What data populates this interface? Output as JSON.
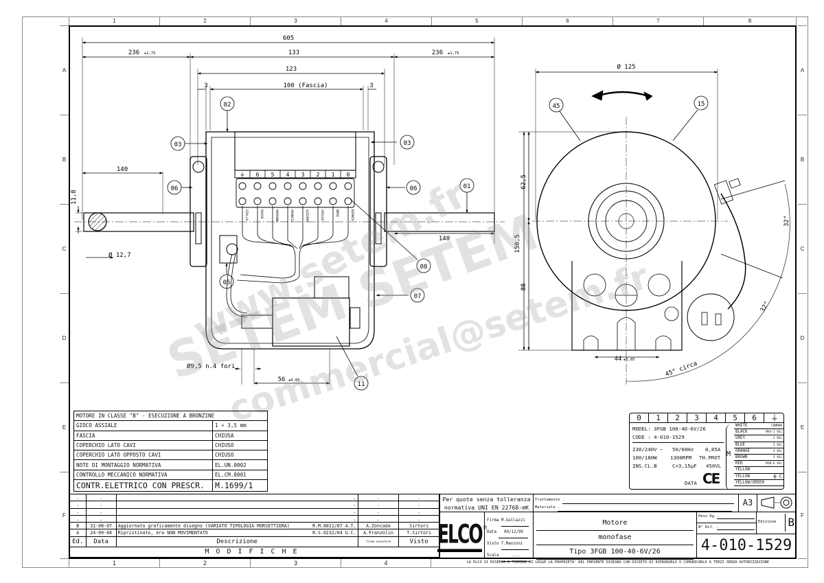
{
  "zones": {
    "columns": [
      "1",
      "2",
      "3",
      "4",
      "5",
      "6",
      "7",
      "8"
    ],
    "rows": [
      "A",
      "B",
      "C",
      "D",
      "E",
      "F"
    ]
  },
  "side_view": {
    "dimensions": {
      "overall_length": "605",
      "left_shaft": "236",
      "left_shaft_tol": "±1,75",
      "body": "133",
      "right_shaft": "236",
      "right_shaft_tol": "±1,75",
      "inner_width": "123",
      "fascia": "100  (Fascia)",
      "gap_left": "3",
      "gap_right": "3",
      "shaft_flat_left": "140",
      "shaft_flat_right": "140",
      "shaft_flat_height": "11,8",
      "shaft_diameter": "Ø 12,7",
      "holes": "Ø9,5 n.4 fori",
      "hole_spacing": "56",
      "hole_spacing_tol": "±0,05"
    },
    "terminal_numbers": [
      "⏚",
      "6",
      "5",
      "4",
      "3",
      "2",
      "1",
      "0"
    ],
    "wire_labels": [
      "GIALLO",
      "ROSSO",
      "MARRONE",
      "ARANCIO",
      "AZZURRO",
      "GRIGIO",
      "NERO",
      "BIANCO"
    ],
    "callouts": [
      "01",
      "02",
      "03",
      "03",
      "05",
      "06",
      "06",
      "07",
      "08",
      "11"
    ]
  },
  "front_view": {
    "dimensions": {
      "diameter": "Ø 125",
      "height_top": "62,5",
      "height_total": "150,5",
      "height_base": "88",
      "base_holes": "44",
      "base_holes_tol": "±0,05",
      "angle_1": "32°",
      "angle_2": "32°",
      "angle_circa": "45° circa"
    },
    "callouts": [
      "45",
      "15"
    ]
  },
  "watermarks": [
    "www.setem.fr",
    "SETEM SETEM",
    "commercial@setem.fr"
  ],
  "notes_table": {
    "header": "MOTORE IN CLASSE \"B\" - ESECUZIONE A BRONZINE",
    "rows": [
      {
        "label": "GIOCO ASSIALE",
        "value": "1 ÷ 3,5 mm"
      },
      {
        "label": "FASCIA",
        "value": "CHIUSA"
      },
      {
        "label": "COPERCHIO LATO CAVI",
        "value": "CHIUSO"
      },
      {
        "label": "COPERCHIO LATO OPPOSTO CAVI",
        "value": "CHIUSO"
      },
      {
        "label": "NOTE DI MONTAGGIO NORMATIVA",
        "value": "EL.UN.0002"
      },
      {
        "label": "CONTROLLO MECCANICO NORMATIVA",
        "value": "EL.CM.0001"
      }
    ],
    "footer": {
      "label": "CONTR.ELETTRICO CON PRESCR.",
      "value": "M.1699/1"
    }
  },
  "nameplate": {
    "terminals": [
      "0",
      "1",
      "2",
      "3",
      "4",
      "5",
      "6",
      "⏚"
    ],
    "model": "MODEL: 3FGB 100-40-6V/26",
    "code": "CODE : 4-010-1529",
    "voltage": "230/240V ∼",
    "frequency": "50/60Hz",
    "current": "0,85A",
    "power": "100/180W",
    "rpm": "1300RPM",
    "protection": "TH.PROT",
    "insulation": "INS.CL.B",
    "capacitor": "C=3,15µF",
    "cap_voltage": "450VL",
    "data_label": "DATA",
    "ce_mark": "CE",
    "motor_symbol": "M",
    "wires": [
      {
        "color": "WHITE",
        "function": "COMMON"
      },
      {
        "color": "BLACK",
        "function": "MAX-1 VEL"
      },
      {
        "color": "GREY",
        "function": "2 VEL"
      },
      {
        "color": "BLUE",
        "function": "3 VEL"
      },
      {
        "color": "ORANGE",
        "function": "4 VEL"
      },
      {
        "color": "BROWN",
        "function": "5 VEL"
      },
      {
        "color": "RED",
        "function": "MIN-6 VEL"
      },
      {
        "color": "YELLOW",
        "function": ""
      },
      {
        "color": "YELLOW",
        "function": "╪ C"
      },
      {
        "color": "YELLOW/GREEN",
        "function": ""
      }
    ]
  },
  "modifications": {
    "empty_rows": 4,
    "rows": [
      {
        "ed": "B",
        "date": "31-08-07",
        "description": "Aggiornato graficamente disegno (VARIATO TIPOLOGIA MORSETTIERA)",
        "ref": "R.M.0011/07 A.T.",
        "executor": "A.Zoncada",
        "visto": "Sirtori"
      },
      {
        "ed": "A",
        "date": "24-09-04",
        "description": "Ripristinato, era NON MOVIMENTATO",
        "ref": "R.S.0232/04 U.C.",
        "executor": "A.Franzolin",
        "visto": "T.Sirtori"
      }
    ],
    "headers": {
      "ed": "Ed.",
      "date": "Data",
      "description": "Descrizione",
      "executor": "firma esecutore",
      "visto": "Visto"
    },
    "title": "MODIFICHE"
  },
  "title_block": {
    "tolerance_note_1": "Per quote senza tolleranza",
    "tolerance_note_2": "normativa UNI EN 22768-mK",
    "trattamento_label": "Trattamento",
    "trattamento_value": ".",
    "materiale_label": "Materiale",
    "materiale_value": ".",
    "sheet_size": "A3",
    "logo": "ELCO",
    "registered": "®",
    "firma_label": "Firma",
    "firma_value": "M.Gallazzi",
    "data_label": "Data",
    "data_value": "09/12/99",
    "visto_label": "Visto",
    "visto_value": "T.Manzoni",
    "scala_label": "Scala",
    "scala_value": "...",
    "title_1": "Motore",
    "title_2": "monofase",
    "title_3": "Tipo 3FGB 100-40-6V/26",
    "peso_label": "Peso Kg",
    "peso_value": ".",
    "rif_label": "N° Rif.",
    "rif_value": ".",
    "edizione_label": "Edizione",
    "edizione_value": "B",
    "drawing_number": "4-010-1529",
    "copyright": "LA ELCO SI RISERVA A TERMINE DI LEGGE LA PROPRIETA' DEL PRESENTE DISEGNO CON DIVIETO DI RIPRODURLO O COMUNICARLO A TERZI SENZA AUTORIZZAZIONE"
  }
}
